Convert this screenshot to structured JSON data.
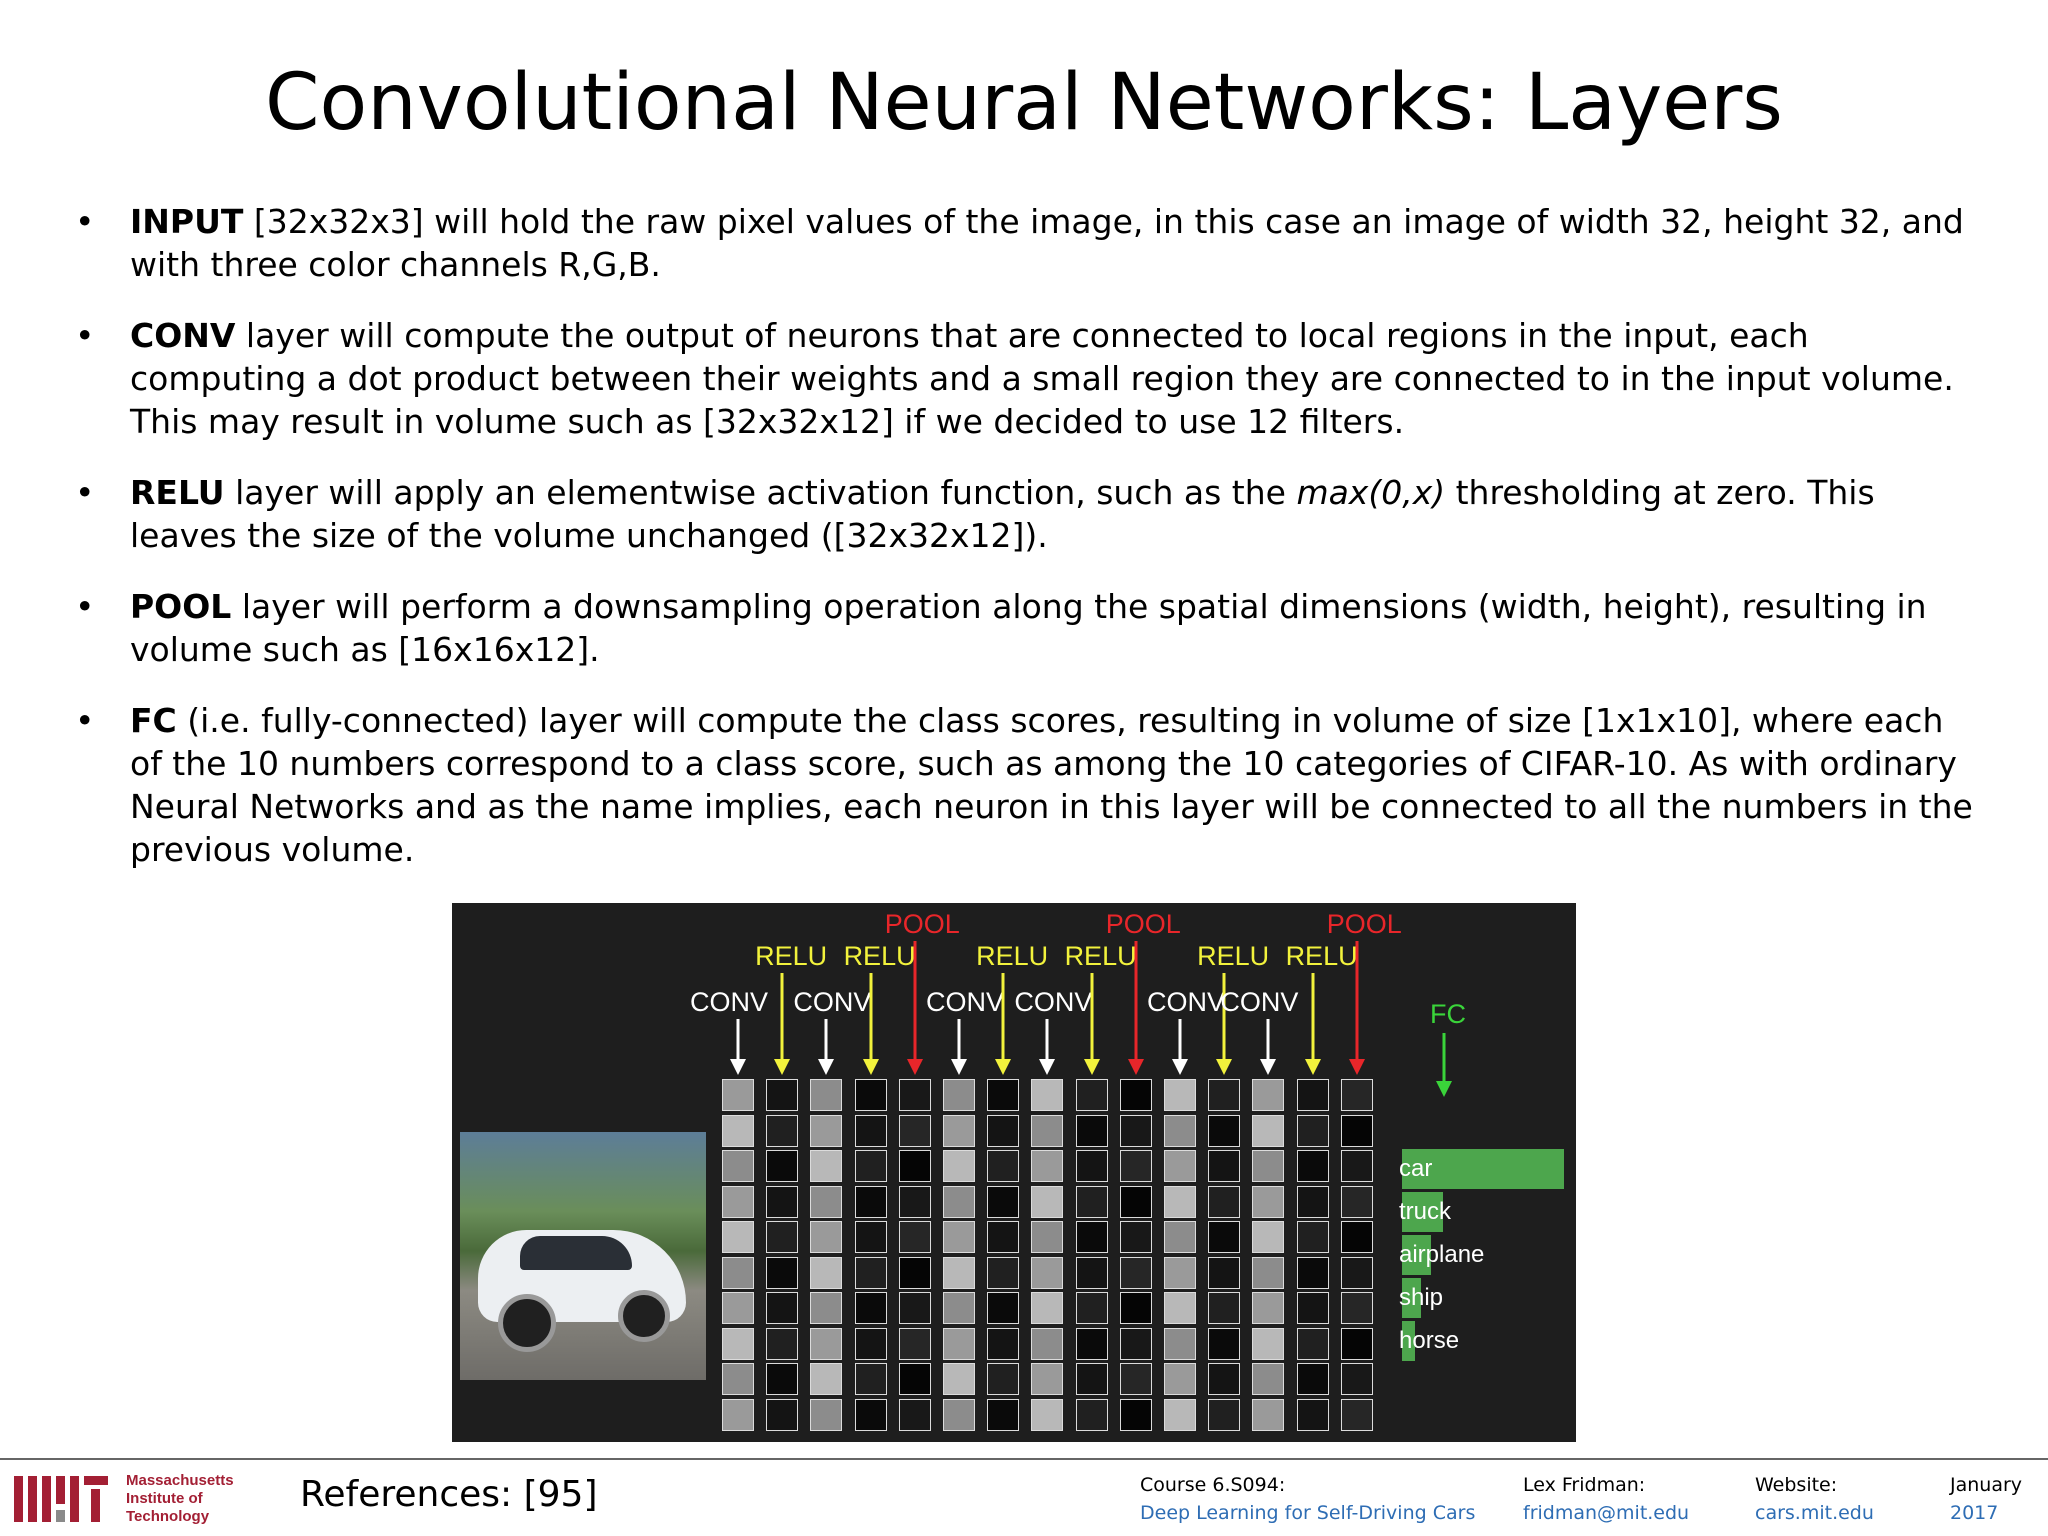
{
  "slide": {
    "title": "Convolutional Neural Networks: Layers",
    "bullets": [
      {
        "term": "INPUT",
        "text": " [32x32x3] will hold the raw pixel values of the image, in this case an image of width 32, height 32, and with three color channels R,G,B."
      },
      {
        "term": "CONV",
        "text": " layer will compute the output of neurons that are connected to local regions in the input, each computing a dot product between their weights and a small region they are connected to in the input volume. This may result in volume such as [32x32x12] if we decided to use 12 filters."
      },
      {
        "term": "RELU",
        "text_before": " layer will apply an elementwise activation function, such as the ",
        "italic": "max(0,x)",
        "text_after": " thresholding at zero. This leaves the size of the volume unchanged ([32x32x12])."
      },
      {
        "term": "POOL",
        "text": " layer will perform a downsampling operation along the spatial dimensions (width, height), resulting in volume such as [16x16x12]."
      },
      {
        "term": "FC",
        "text": " (i.e. fully-connected) layer will compute the class scores, resulting in volume of size [1x1x10], where each of the 10 numbers correspond to a class score, such as among the 10 categories of CIFAR-10. As with ordinary Neural Networks and as the name implies, each neuron in this layer will be connected to all the numbers in the previous volume."
      }
    ],
    "bullet_glyph": "•"
  },
  "figure": {
    "layers": [
      "CONV",
      "RELU",
      "CONV",
      "RELU",
      "POOL",
      "CONV",
      "RELU",
      "CONV",
      "RELU",
      "POOL",
      "CONV",
      "RELU",
      "CONV",
      "RELU",
      "POOL"
    ],
    "fc_label": "FC",
    "classes": [
      {
        "name": "car",
        "score": 1.0
      },
      {
        "name": "truck",
        "score": 0.25
      },
      {
        "name": "airplane",
        "score": 0.18
      },
      {
        "name": "ship",
        "score": 0.12
      },
      {
        "name": "horse",
        "score": 0.08
      }
    ],
    "colors": {
      "CONV": "#ffffff",
      "RELU": "#f2f23c",
      "POOL": "#e8262a",
      "FC": "#3ad43a",
      "background": "#1e1e1e",
      "bar": "#4da64d"
    }
  },
  "footer": {
    "institution": [
      "Massachusetts",
      "Institute of",
      "Technology"
    ],
    "references": "References: [95]",
    "course_label": "Course 6.S094:",
    "course_value": "Deep Learning for Self-Driving Cars",
    "instructor_label": "Lex Fridman:",
    "instructor_value": "fridman@mit.edu",
    "website_label": "Website:",
    "website_value": "cars.mit.edu",
    "date_label": "January",
    "date_value": "2017",
    "brand_color": "#a31f34",
    "link_color": "#2e6db4"
  }
}
